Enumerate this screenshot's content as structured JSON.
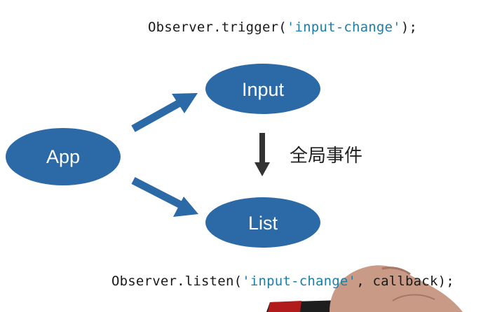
{
  "code_top": {
    "prefix": "Observer.trigger(",
    "string": "'input-change'",
    "suffix": ");"
  },
  "code_bottom": {
    "prefix": "Observer.listen(",
    "string": "'input-change'",
    "suffix": ", callback);"
  },
  "nodes": {
    "app": "App",
    "input": "Input",
    "list": "List"
  },
  "event_label": "全局事件",
  "colors": {
    "node_fill": "#2b6aa6",
    "arrow": "#2b6aa6",
    "down_arrow": "#333333",
    "string": "#1a7fa8",
    "code": "#1a1a1a"
  }
}
